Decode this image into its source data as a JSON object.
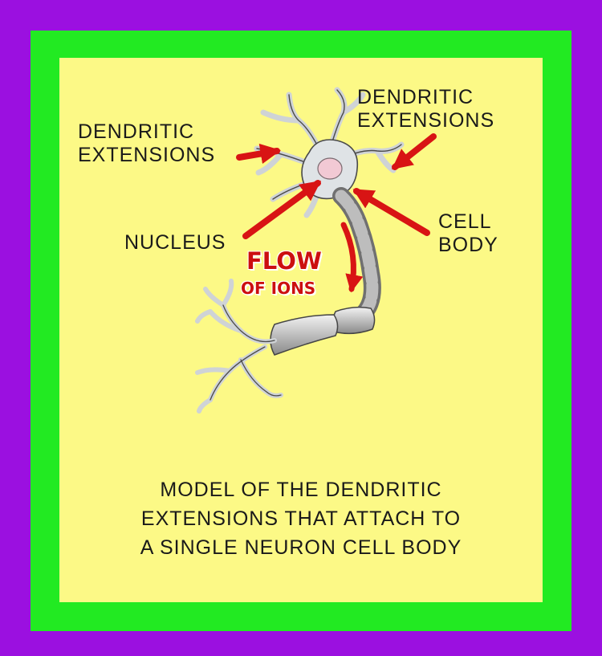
{
  "labels": {
    "dendritic_left": "DENDRITIC\nEXTENSIONS",
    "dendritic_right": "DENDRITIC\nEXTENSIONS",
    "nucleus": "NUCLEUS",
    "cell_body": "CELL\nBODY",
    "flow_line1": "FLOW",
    "flow_line2": "OF IONS"
  },
  "caption": {
    "line1": "MODEL OF THE DENDRITIC",
    "line2": "EXTENSIONS THAT ATTACH TO",
    "line3": "A SINGLE NEURON CELL BODY"
  },
  "colors": {
    "outer_border": "#9b10e0",
    "inner_border": "#22ea22",
    "panel": "#fcf986",
    "arrow": "#d81414",
    "neuron": "#d8dadc"
  },
  "icons": [
    "neuron-illustration",
    "red-arrow"
  ]
}
